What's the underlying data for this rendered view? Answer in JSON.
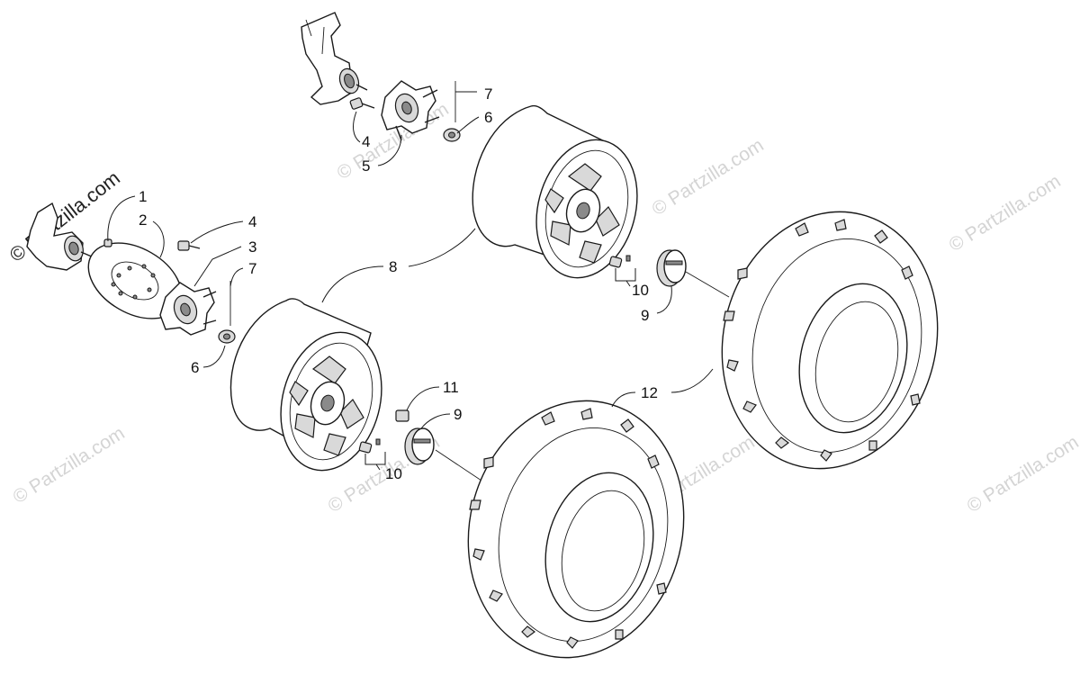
{
  "watermark": {
    "primary": "© Partzilla.com",
    "faded": "© Partzilla.com"
  },
  "callouts": {
    "c1": "1",
    "c2": "2",
    "c3": "3",
    "c4_left": "4",
    "c4_top": "4",
    "c5": "5",
    "c6_left": "6",
    "c6_top": "6",
    "c7_left": "7",
    "c7_top": "7",
    "c8": "8",
    "c9_front": "9",
    "c9_rear": "9",
    "c10_front": "10",
    "c10_rear": "10",
    "c11": "11",
    "c12": "12"
  }
}
